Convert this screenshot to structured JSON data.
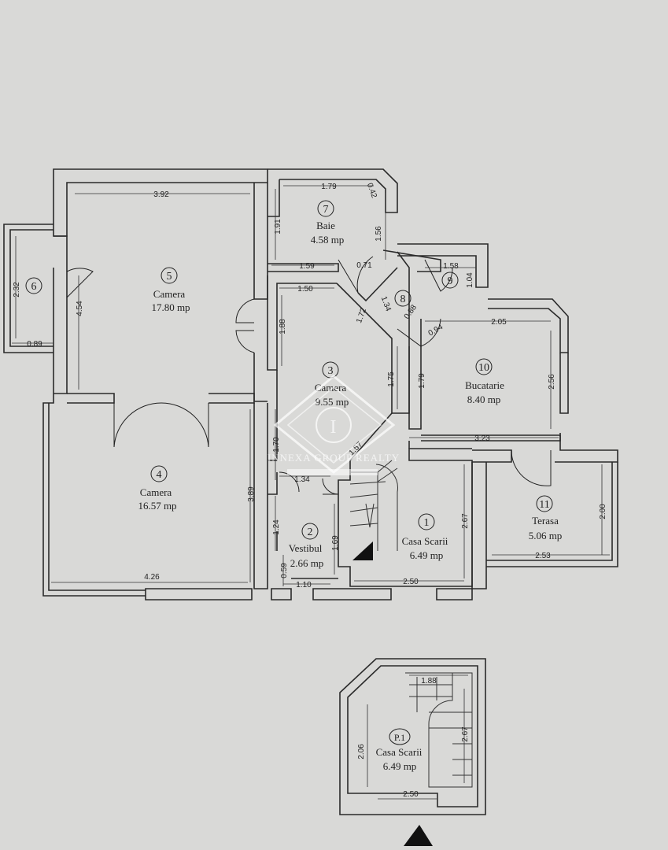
{
  "rooms": [
    {
      "id": "1",
      "name": "Casa Scarii",
      "area": "6.49 mp"
    },
    {
      "id": "2",
      "name": "Vestibul",
      "area": "2.66 mp"
    },
    {
      "id": "3",
      "name": "Camera",
      "area": "9.55 mp"
    },
    {
      "id": "4",
      "name": "Camera",
      "area": "16.57 mp"
    },
    {
      "id": "5",
      "name": "Camera",
      "area": "17.80 mp"
    },
    {
      "id": "6",
      "name": "",
      "area": ""
    },
    {
      "id": "7",
      "name": "Baie",
      "area": "4.58 mp"
    },
    {
      "id": "8",
      "name": "",
      "area": ""
    },
    {
      "id": "9",
      "name": "",
      "area": ""
    },
    {
      "id": "10",
      "name": "Bucatarie",
      "area": "8.40 mp"
    },
    {
      "id": "11",
      "name": "Terasa",
      "area": "5.06 mp"
    },
    {
      "id": "P.1",
      "name": "Casa Scarii",
      "area": "6.49 mp"
    }
  ],
  "dimensions": {
    "d392": "3.92",
    "d179": "1.79",
    "d042": "0.42",
    "d191": "1.91",
    "d156": "1.56",
    "d159": "1.59",
    "d071": "0.71",
    "d158": "1.58",
    "d104": "1.04",
    "d232": "2.32",
    "d089": "0.89",
    "d454": "4.54",
    "d150": "1.50",
    "d188": "1.88",
    "d172": "1.72",
    "d134a": "1.34",
    "d088": "0.88",
    "d094": "0.94",
    "d205": "2.05",
    "d175": "1.75",
    "d179b": "1.79",
    "d256": "2.56",
    "d323": "3.23",
    "d170": "1.70",
    "d157": "1.57",
    "d134b": "1.34",
    "d389": "3.89",
    "d267": "2.67",
    "d200": "2.00",
    "d124": "1.24",
    "d169": "1.69",
    "d253": "2.53",
    "d059": "0.59",
    "d110": "1.10",
    "d250": "2.50",
    "d426": "4.26",
    "d188b": "1.88",
    "d267b": "2.67",
    "d206": "2.06",
    "d250b": "2.50"
  },
  "watermark": {
    "initial": "I",
    "text": "INNEXA GROUP REALTY"
  }
}
